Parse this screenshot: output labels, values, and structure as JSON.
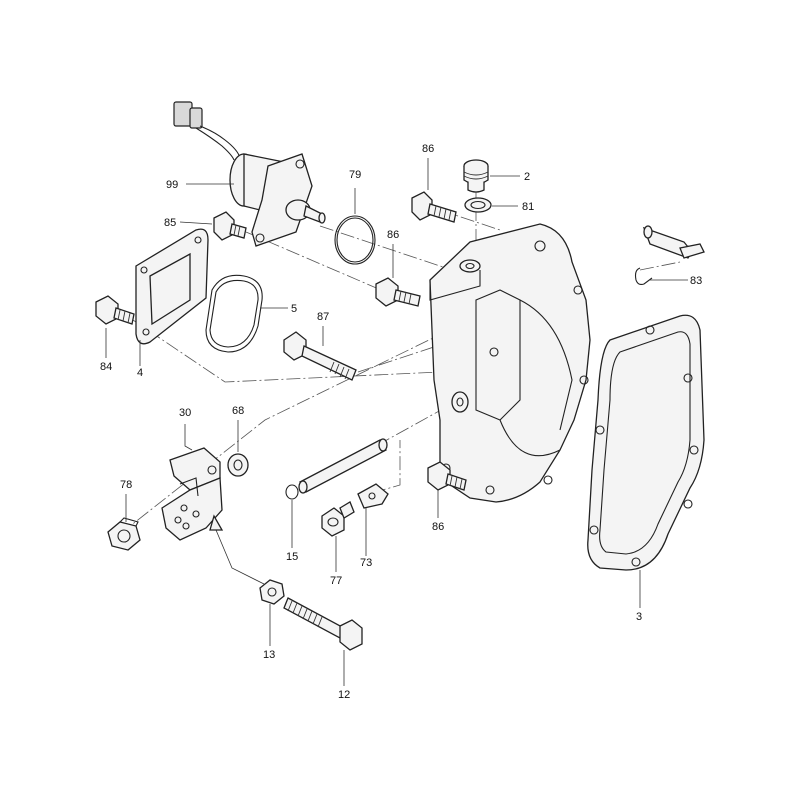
{
  "callouts": {
    "c99": "99",
    "c79": "79",
    "c86a": "86",
    "c2": "2",
    "c81": "81",
    "c85": "85",
    "c86b": "86",
    "c83": "83",
    "c5": "5",
    "c87": "87",
    "c84": "84",
    "c4": "4",
    "c30": "30",
    "c68": "68",
    "c78": "78",
    "c15": "15",
    "c77": "77",
    "c73": "73",
    "c86c": "86",
    "c3": "3",
    "c13": "13",
    "c12": "12"
  }
}
